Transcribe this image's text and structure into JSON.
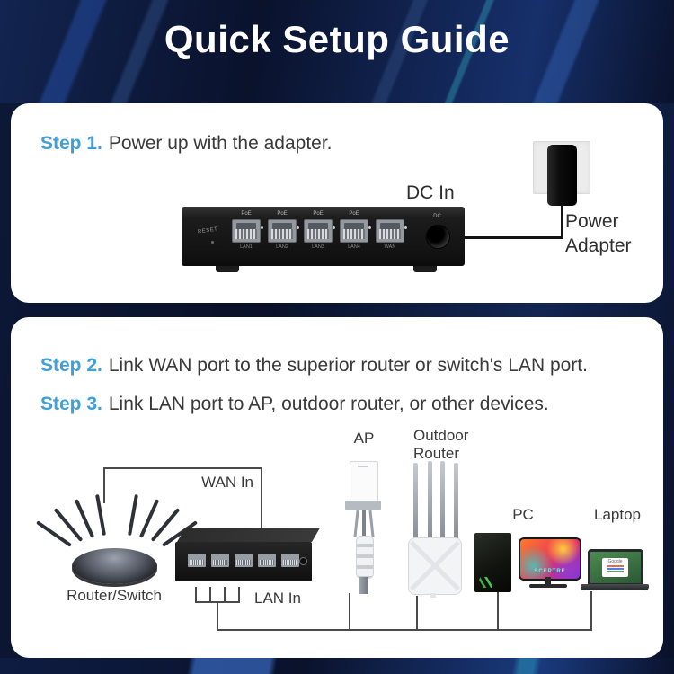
{
  "header": {
    "title": "Quick Setup Guide"
  },
  "colors": {
    "background_navy": "#0a1129",
    "streak_blue": "#3a6fd8",
    "streak_teal": "#3cd2e1",
    "accent_step_blue": "#3f9fd8",
    "panel_white": "#ffffff",
    "body_text": "#3a3a3a",
    "diagram_line": "#4a4a4a",
    "pc_accent_green": "#46b14c",
    "monitor_brand_teal": "#79f0e4"
  },
  "panel1": {
    "step1": {
      "label": "Step 1.",
      "text": "Power up with the adapter."
    },
    "dc_in_label": "DC In",
    "power_adapter_label": "Power Adapter",
    "switch": {
      "reset_label": "RESET",
      "dc_label": "DC",
      "ports": [
        {
          "top": "PoE",
          "bottom": "LAN1"
        },
        {
          "top": "PoE",
          "bottom": "LAN2"
        },
        {
          "top": "PoE",
          "bottom": "LAN3"
        },
        {
          "top": "PoE",
          "bottom": "LAN4"
        },
        {
          "top": "",
          "bottom": "WAN"
        }
      ]
    }
  },
  "panel2": {
    "step2": {
      "label": "Step 2.",
      "text": "Link WAN port to the superior router or switch's LAN port."
    },
    "step3": {
      "label": "Step 3.",
      "text": "Link LAN port to AP, outdoor router, or other devices."
    },
    "labels": {
      "wan_in": "WAN In",
      "lan_in": "LAN In",
      "router_switch": "Router/Switch",
      "ap": "AP",
      "outdoor_router": "Outdoor Router",
      "pc": "PC",
      "laptop": "Laptop"
    },
    "monitor_brand": "SCEPTRE",
    "laptop_screen_text": "Google"
  }
}
